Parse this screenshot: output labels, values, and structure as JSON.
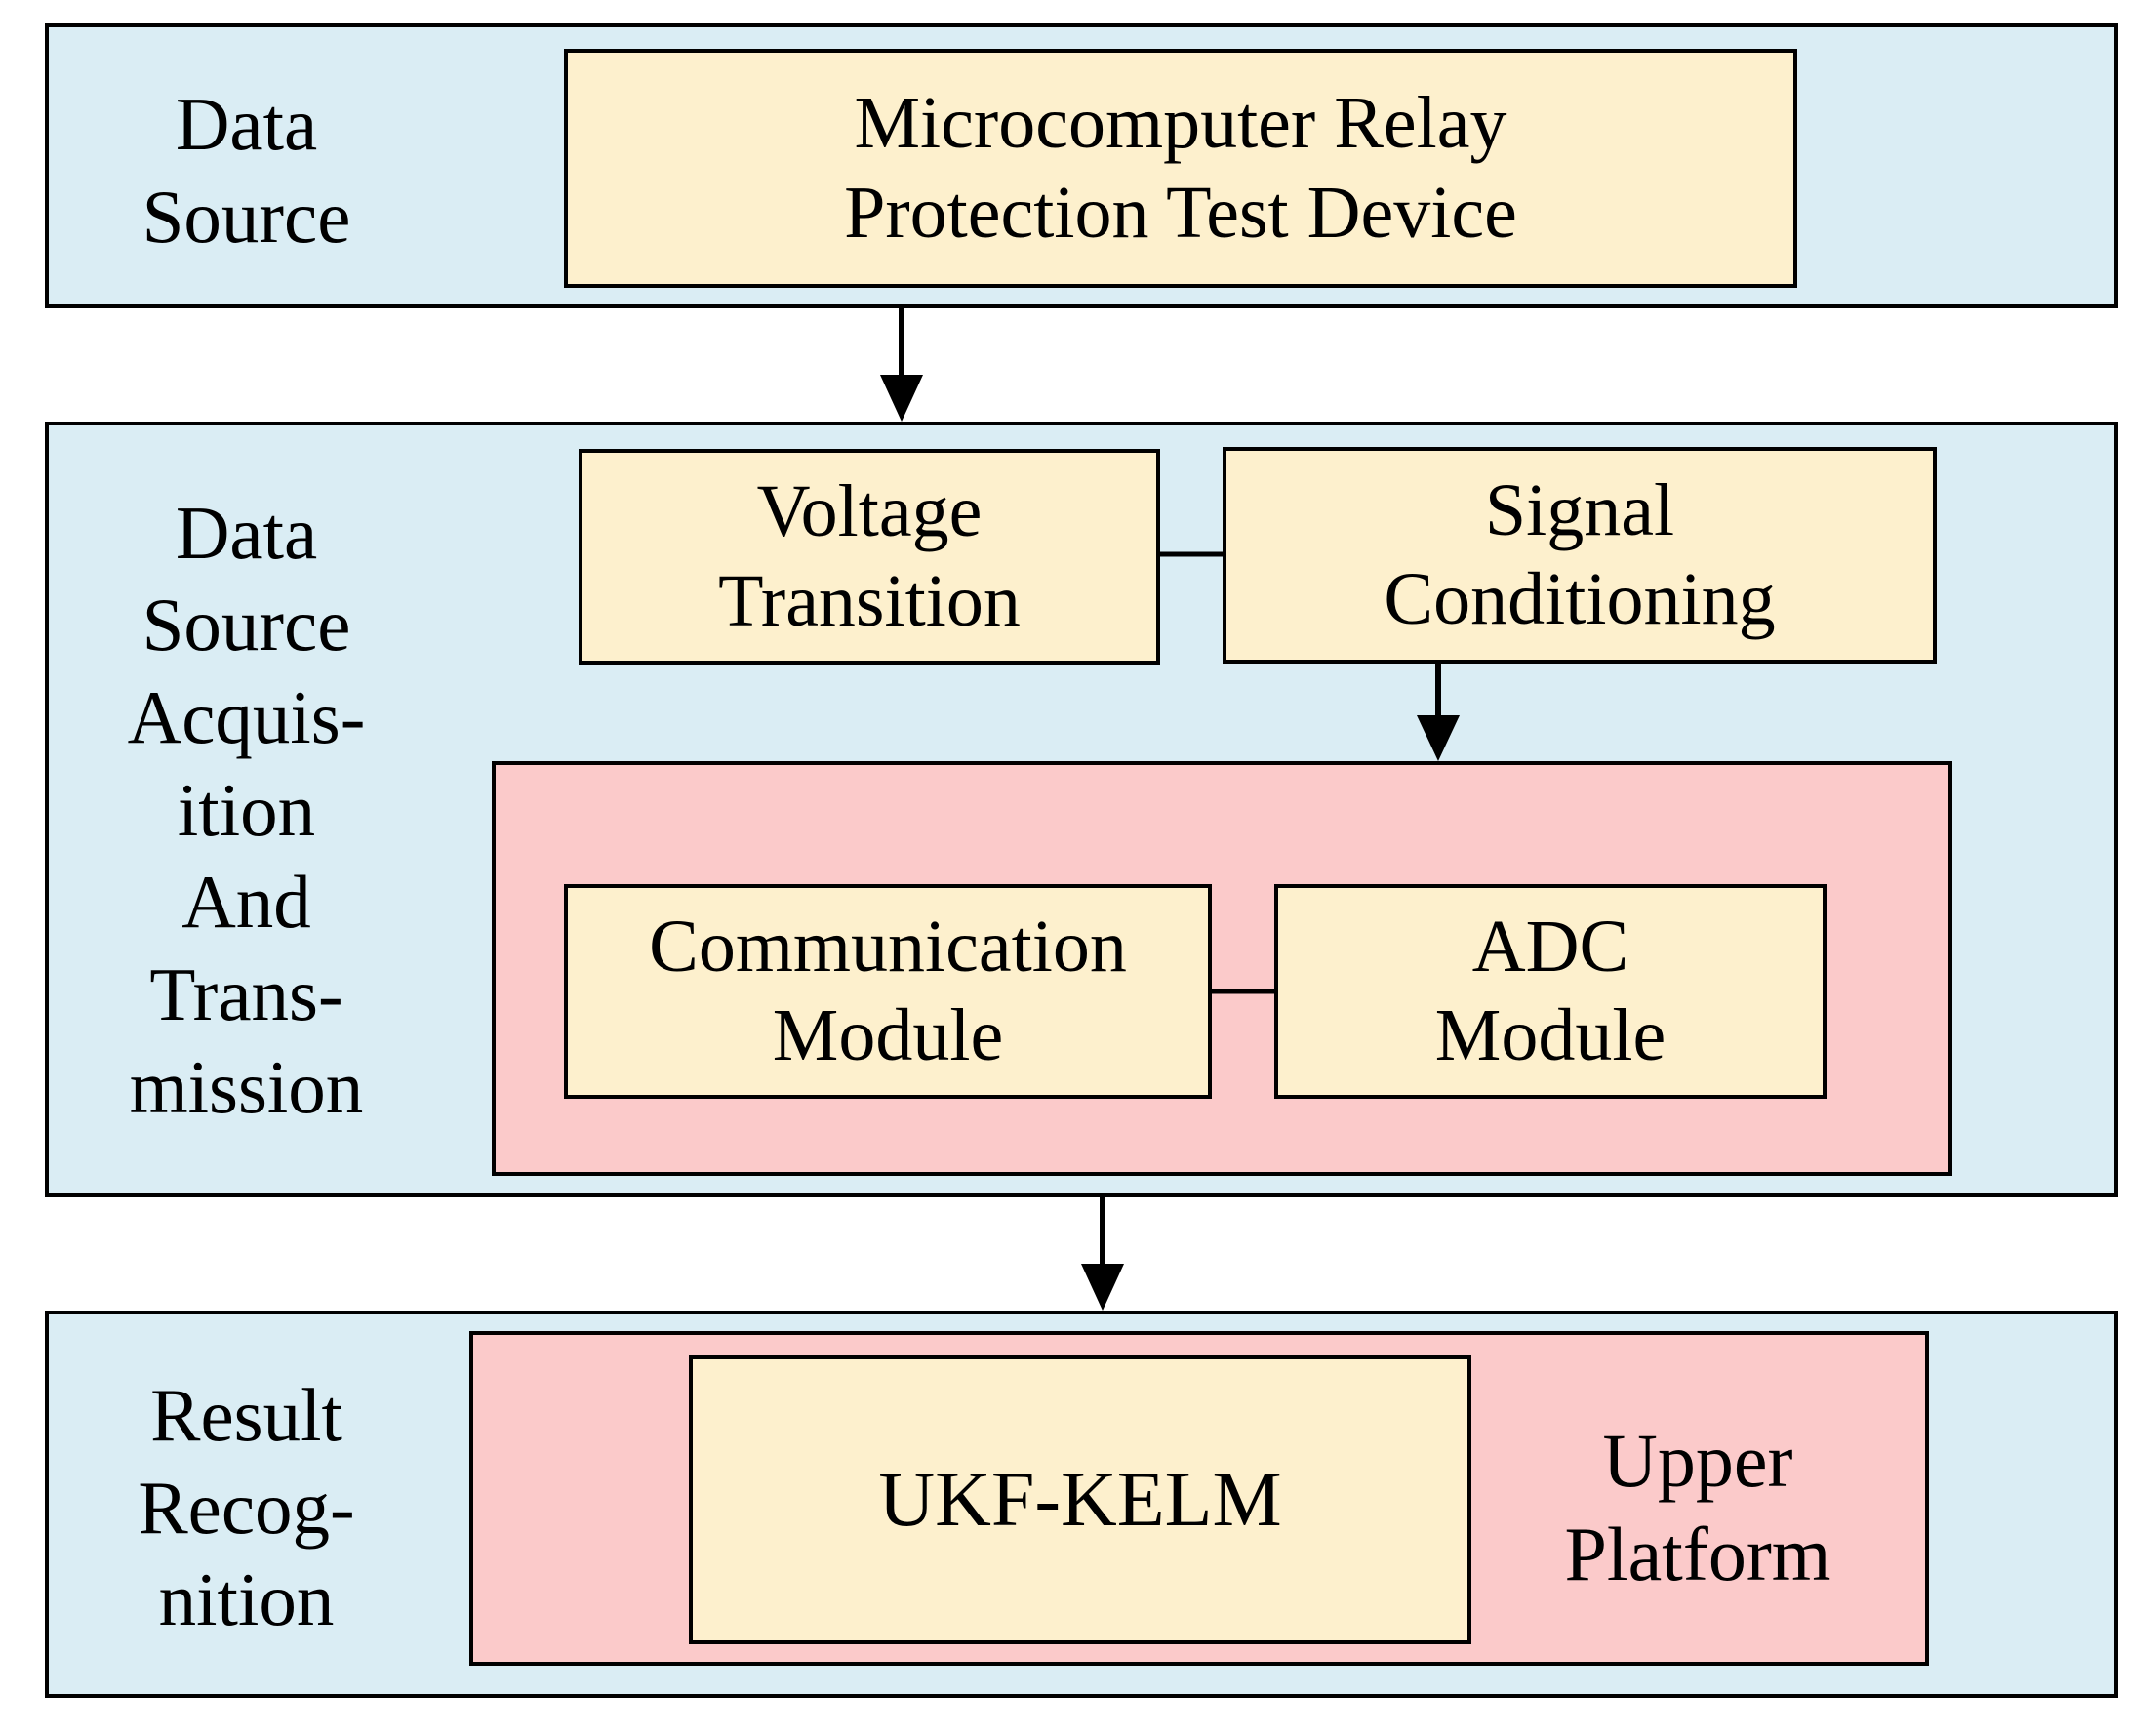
{
  "stages": {
    "source": {
      "label_lines": [
        "Data",
        "Source"
      ],
      "device_lines": [
        "Microcomputer Relay",
        "Protection Test Device"
      ]
    },
    "acquisition": {
      "label_lines": [
        "Data",
        "Source",
        "Acquis-",
        "ition",
        "And",
        "Trans-",
        "mission"
      ],
      "voltage_lines": [
        "Voltage",
        "Transition"
      ],
      "signal_lines": [
        "Signal",
        "Conditioning"
      ],
      "communication_lines": [
        "Communication",
        "Module"
      ],
      "adc_lines": [
        "ADC",
        "Module"
      ]
    },
    "result": {
      "label_lines": [
        "Result",
        "Recog-",
        "nition"
      ],
      "model_label": "UKF-KELM",
      "platform_lines": [
        "Upper",
        "Platform"
      ]
    }
  },
  "colors": {
    "panel_fill": "#daedf4",
    "module_fill": "#fdf0cd",
    "group_fill": "#fbcaca",
    "stroke": "#000000"
  }
}
